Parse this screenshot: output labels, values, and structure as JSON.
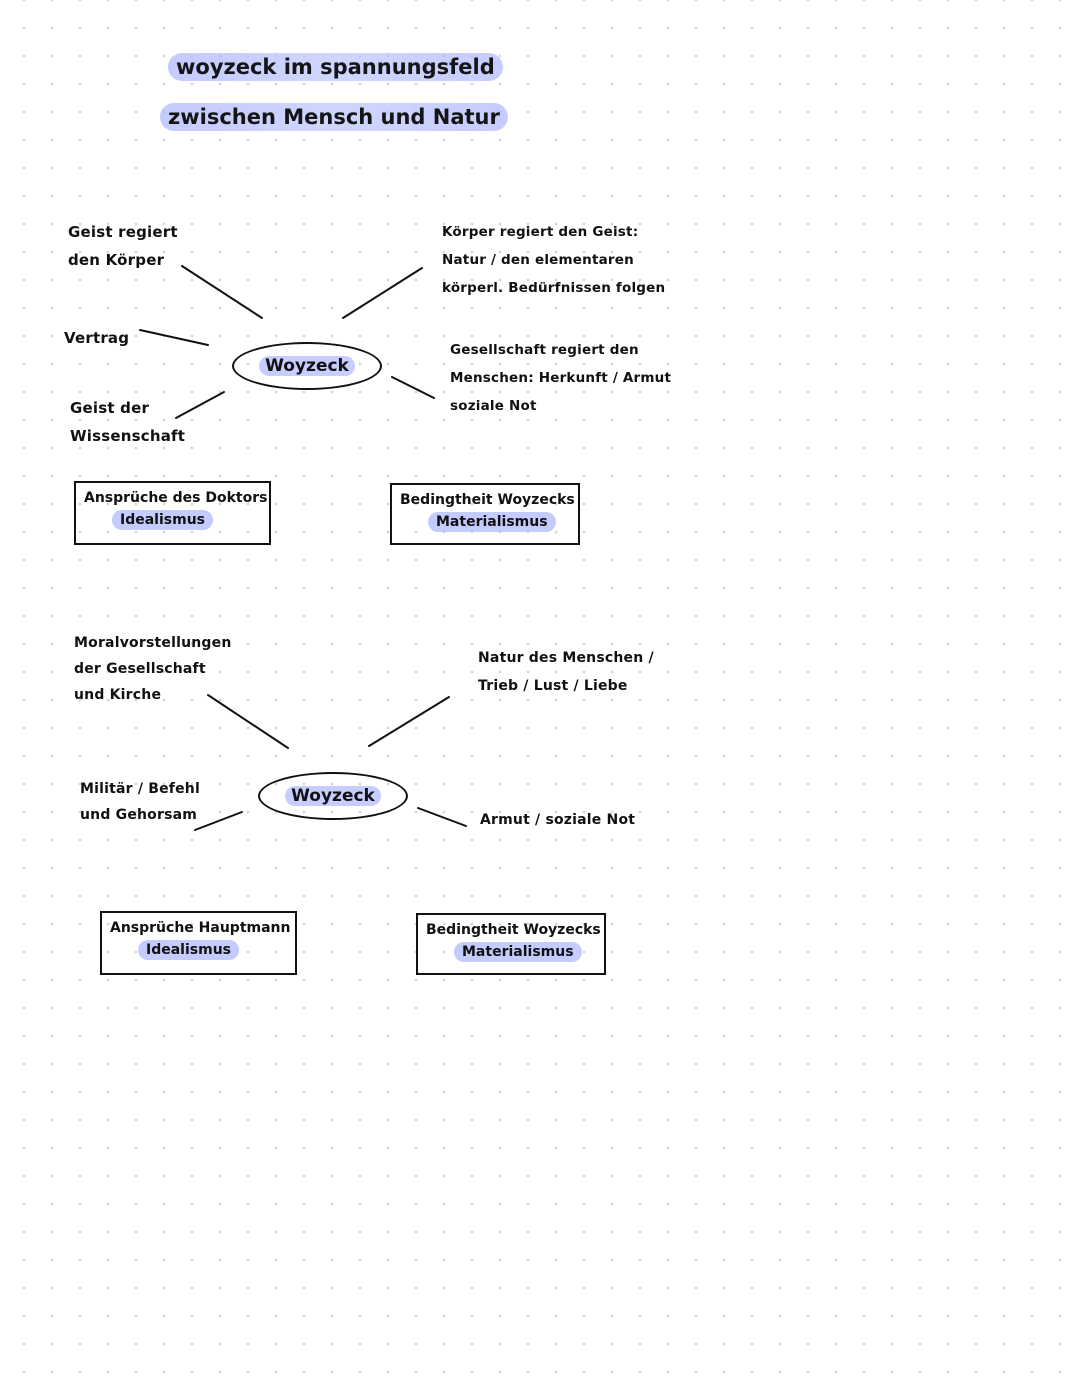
{
  "title": {
    "line1": "woyzeck im spannungsfeld",
    "line2": "zwischen Mensch und Natur"
  },
  "map1": {
    "center": "Woyzeck",
    "top_left": [
      "Geist regiert",
      "den Körper"
    ],
    "left": [
      "Vertrag"
    ],
    "bottom_left": [
      "Geist der",
      "Wissenschaft"
    ],
    "top_right": [
      "Körper regiert den Geist:",
      "Natur / den elementaren",
      "körperl. Bedürfnissen folgen"
    ],
    "bottom_right": [
      "Gesellschaft regiert den",
      "Menschen: Herkunft / Armut",
      "soziale Not"
    ],
    "box_left": {
      "text": "Ansprüche des Doktors",
      "highlight": "Idealismus"
    },
    "box_right": {
      "text": "Bedingtheit Woyzecks",
      "highlight": "Materialismus"
    }
  },
  "map2": {
    "center": "Woyzeck",
    "top_left": [
      "Moralvorstellungen",
      "der Gesellschaft",
      "und Kirche"
    ],
    "bottom_left": [
      "Militär / Befehl",
      "und Gehorsam"
    ],
    "top_right": [
      "Natur des Menschen /",
      "Trieb / Lust / Liebe"
    ],
    "bottom_right": [
      "Armut / soziale Not"
    ],
    "box_left": {
      "text": "Ansprüche Hauptmann",
      "highlight": "Idealismus"
    },
    "box_right": {
      "text": "Bedingtheit Woyzecks",
      "highlight": "Materialismus"
    }
  }
}
